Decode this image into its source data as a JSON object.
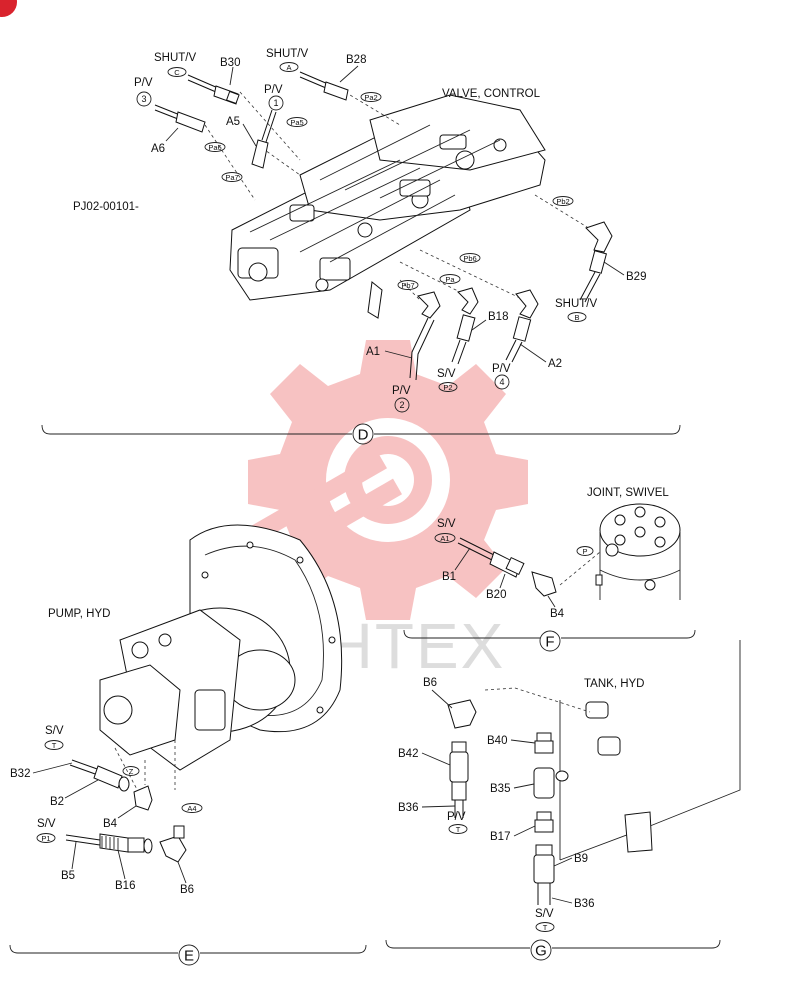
{
  "section_D": {
    "mark": "D",
    "title": "VALVE, CONTROL",
    "doc_code": "PJ02-00101-",
    "labels": {
      "shutv_c_top": "SHUT/V",
      "shutv_c_oval": "C",
      "b30": "B30",
      "shutv_a_top": "SHUT/V",
      "shutv_a_oval": "A",
      "b28": "B28",
      "pv3_top": "P/V",
      "pv3_num": "3",
      "a6": "A6",
      "pv1_top": "P/V",
      "pv1_num": "1",
      "a5": "A5",
      "pa2": "Pa2",
      "pa5": "Pa5",
      "pa6": "Pa6",
      "pa7": "Pa7",
      "pb2": "Pb2",
      "pb6": "Pb6",
      "pb7": "Pb7",
      "pa": "Pa",
      "b29": "B29",
      "shutv_b_top": "SHUT/V",
      "shutv_b_oval": "B",
      "b18": "B18",
      "a1": "A1",
      "a2": "A2",
      "sv_p2_top": "S/V",
      "sv_p2_oval": "P2",
      "pv2_top": "P/V",
      "pv2_num": "2",
      "pv4_top": "P/V",
      "pv4_num": "4"
    }
  },
  "section_F": {
    "mark": "F",
    "title": "JOINT, SWIVEL",
    "labels": {
      "sv_top": "S/V",
      "sv_oval": "A1",
      "b1": "B1",
      "b20": "B20",
      "b4": "B4",
      "p_oval": "P"
    }
  },
  "section_E": {
    "mark": "E",
    "title": "PUMP, HYD",
    "labels": {
      "sv_t_top": "S/V",
      "sv_t_oval": "T",
      "b32": "B32",
      "b2": "B2",
      "b4": "B4",
      "z_oval": "Z",
      "a4_oval": "A4",
      "sv_p1_top": "S/V",
      "sv_p1_oval": "P1",
      "b5": "B5",
      "b16": "B16",
      "b6": "B6"
    }
  },
  "section_G": {
    "mark": "G",
    "title": "TANK, HYD",
    "labels": {
      "b6": "B6",
      "b42": "B42",
      "b36a": "B36",
      "pv_top": "P/V",
      "pv_oval": "T",
      "b40": "B40",
      "b35": "B35",
      "b17": "B17",
      "b9": "B9",
      "b36b": "B36",
      "sv_top": "S/V",
      "sv_oval": "T"
    }
  },
  "watermark": {
    "color": "#f3a6a6",
    "text": "ИНТЕХ"
  },
  "corner_badge_color": "#d9232d"
}
